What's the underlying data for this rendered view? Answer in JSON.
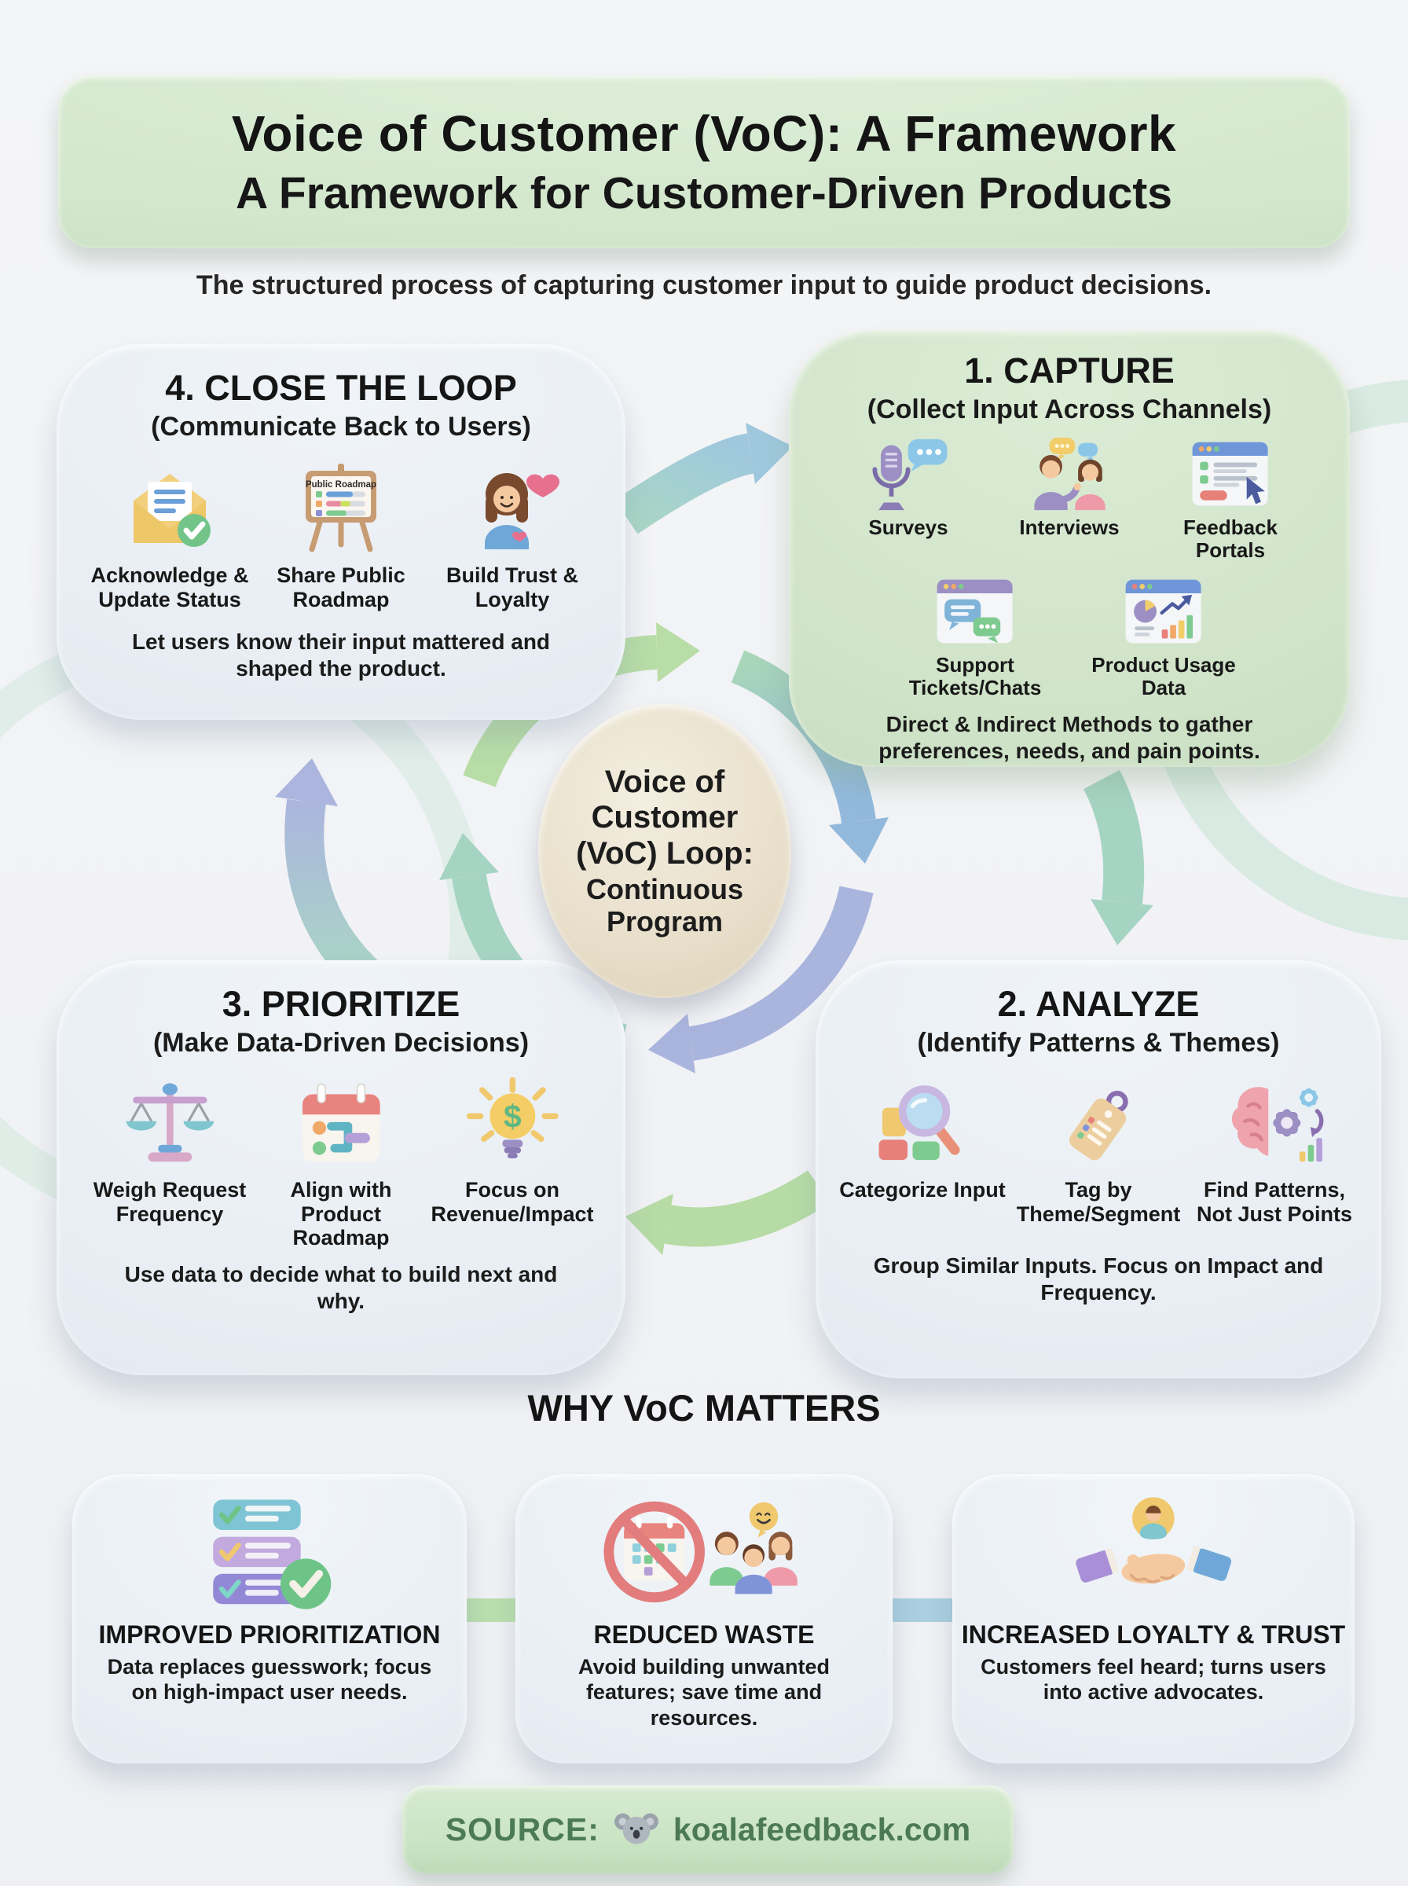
{
  "header": {
    "title_line1": "Voice of Customer (VoC): A Framework",
    "title_line2": "A Framework for Customer-Driven Products",
    "tagline": "The structured process of capturing customer input to guide product decisions."
  },
  "center_circle": {
    "title": "Voice of Customer (VoC) Loop:",
    "subtitle": "Continuous Program"
  },
  "steps": {
    "capture": {
      "title": "1. CAPTURE",
      "subtitle": "(Collect Input Across Channels)",
      "items": [
        {
          "icon": "microphone-icon",
          "label": "Surveys"
        },
        {
          "icon": "interview-people-icon",
          "label": "Interviews"
        },
        {
          "icon": "feedback-portal-window-icon",
          "label": "Feedback Portals"
        },
        {
          "icon": "support-chat-window-icon",
          "label": "Support Tickets/Chats"
        },
        {
          "icon": "usage-analytics-window-icon",
          "label": "Product Usage Data"
        }
      ],
      "footnote": "Direct & Indirect Methods to gather preferences, needs, and pain points."
    },
    "analyze": {
      "title": "2. ANALYZE",
      "subtitle": "(Identify Patterns & Themes)",
      "items": [
        {
          "icon": "magnifier-categorize-icon",
          "label": "Categorize Input"
        },
        {
          "icon": "tag-icon",
          "label": "Tag by Theme/Segment"
        },
        {
          "icon": "brain-gears-icon",
          "label": "Find Patterns, Not Just Points"
        }
      ],
      "footnote": "Group Similar Inputs. Focus on Impact and Frequency."
    },
    "prioritize": {
      "title": "3. PRIORITIZE",
      "subtitle": "(Make Data-Driven Decisions)",
      "items": [
        {
          "icon": "balance-scale-icon",
          "label": "Weigh Request Frequency"
        },
        {
          "icon": "calendar-roadmap-icon",
          "label": "Align with Product Roadmap"
        },
        {
          "icon": "dollar-lightbulb-icon",
          "label": "Focus on Revenue/Impact"
        }
      ],
      "footnote": "Use data to decide what to build next and why."
    },
    "close_loop": {
      "title": "4. CLOSE THE LOOP",
      "subtitle": "(Communicate Back to Users)",
      "items": [
        {
          "icon": "mail-check-icon",
          "label": "Acknowledge & Update Status"
        },
        {
          "icon": "roadmap-board-icon",
          "label": "Share Public Roadmap",
          "board_label": "Public Roadmap"
        },
        {
          "icon": "woman-heart-icon",
          "label": "Build Trust & Loyalty"
        }
      ],
      "footnote": "Let users know their input mattered and shaped the product."
    }
  },
  "why_section": {
    "heading": "WHY VoC MATTERS",
    "cards": [
      {
        "icon": "checklist-check-icon",
        "title": "IMPROVED PRIORITIZATION",
        "body": "Data replaces guesswork; focus on high-impact user needs."
      },
      {
        "icon": "no-calendar-people-icon",
        "title": "REDUCED WASTE",
        "body": "Avoid building unwanted features; save time and resources."
      },
      {
        "icon": "handshake-icon",
        "title": "INCREASED LOYALTY & TRUST",
        "body": "Customers feel heard; turns users into active advocates."
      }
    ]
  },
  "footer": {
    "label": "SOURCE:",
    "icon": "koala-icon",
    "site": "koalafeedback.com"
  },
  "colors": {
    "background": "#f2f3f5",
    "header_green": "#d2e7cc",
    "capture_card_green": "#cfe3c8",
    "card_gray_blue": "#e7edf3",
    "center_beige": "#e9e0cc",
    "arrow_blue": "#9fc8de",
    "arrow_mint": "#a6d4c3",
    "arrow_green": "#b6dba4",
    "arrow_periwinkle": "#aab5de",
    "footer_pill_green": "#c8e3c2",
    "footer_text_green": "#4c7a55"
  }
}
